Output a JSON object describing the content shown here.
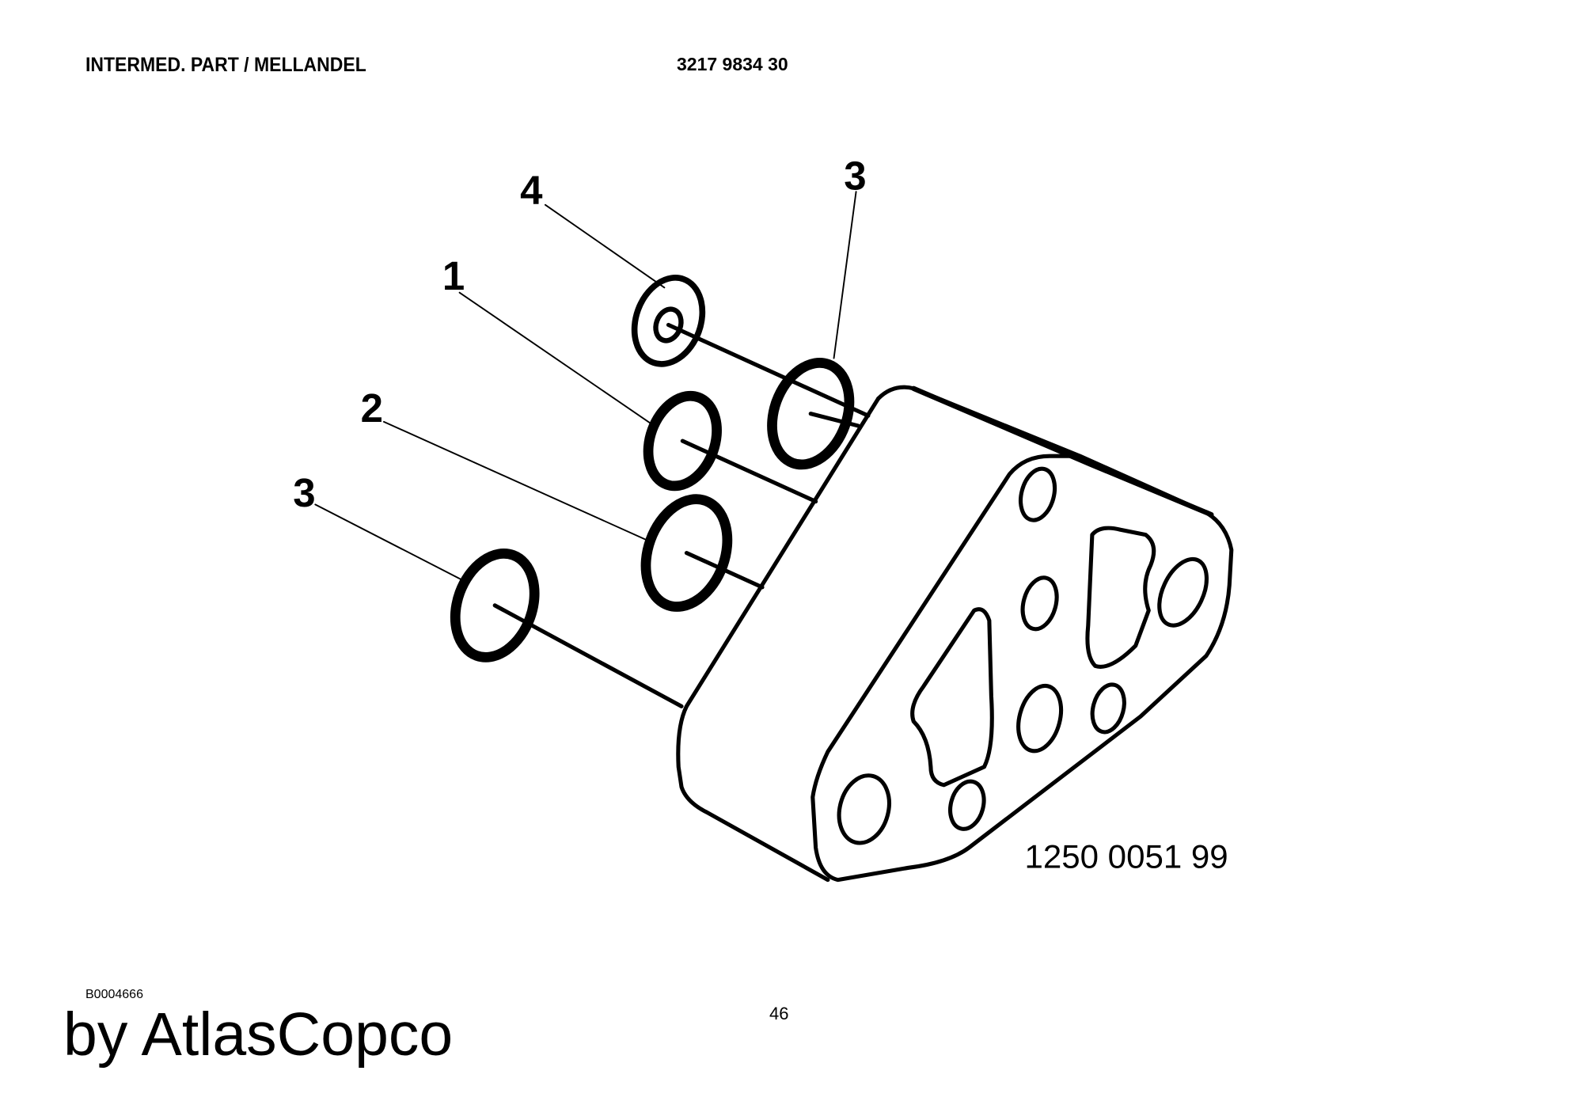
{
  "header": {
    "title": "INTERMED. PART / MELLANDEL",
    "part_number": "3217 9834 30"
  },
  "drawing": {
    "callouts": [
      "4",
      "3",
      "1",
      "2",
      "3"
    ],
    "drawing_number": "1250 0051 99"
  },
  "footer": {
    "doc_id": "B0004666",
    "brand": "by AtlasCopco",
    "page_number": "46"
  }
}
